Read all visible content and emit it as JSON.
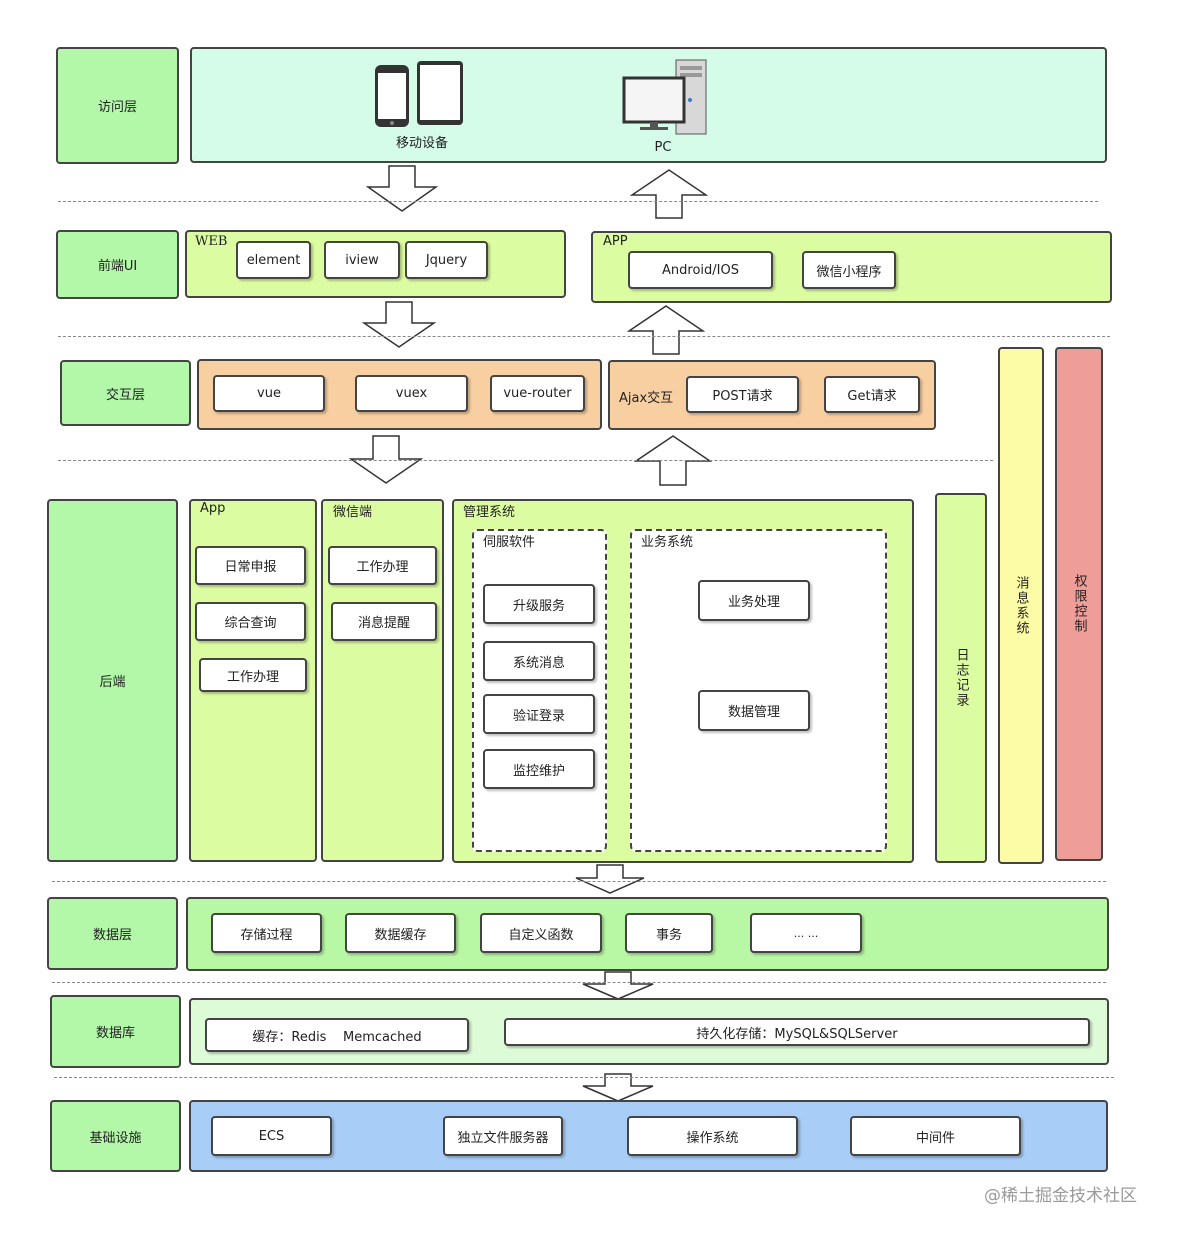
{
  "layers": {
    "access": "访问层",
    "frontend": "前端UI",
    "interaction": "交互层",
    "backend": "后端",
    "data": "数据层",
    "database": "数据库",
    "infra": "基础设施"
  },
  "access": {
    "mobile": "移动设备",
    "pc": "PC"
  },
  "frontend": {
    "web_title": "WEB",
    "web_items": [
      "element",
      "iview",
      "Jquery"
    ],
    "app_title": "APP",
    "app_items": [
      "Android/IOS",
      "微信小程序"
    ]
  },
  "interaction": {
    "left_items": [
      "vue",
      "vuex",
      "vue-router"
    ],
    "ajax_label": "Ajax交互",
    "right_items": [
      "POST请求",
      "Get请求"
    ]
  },
  "backend": {
    "app_title": "App",
    "app_items": [
      "日常申报",
      "综合查询",
      "工作办理"
    ],
    "wechat_title": "微信端",
    "wechat_items": [
      "工作办理",
      "消息提醒"
    ],
    "mgmt_title": "管理系统",
    "servo_title": "伺服软件",
    "servo_items": [
      "升级服务",
      "系统消息",
      "验证登录",
      "监控维护"
    ],
    "biz_title": "业务系统",
    "biz_items": [
      "业务处理",
      "数据管理"
    ],
    "log": "日志记录"
  },
  "side": {
    "message": "消息系统",
    "permission": "权限控制"
  },
  "datalayer": {
    "items": [
      "存储过程",
      "数据缓存",
      "自定义函数",
      "事务",
      "... ..."
    ]
  },
  "database": {
    "cache": "缓存：Redis    Memcached",
    "persist": "持久化存储：MySQL&SQLServer"
  },
  "infra": {
    "items": [
      "ECS",
      "独立文件服务器",
      "操作系统",
      "中间件"
    ]
  },
  "watermark": "@稀土掘金技术社区",
  "colors": {
    "layer_label": "#b3f7a9",
    "access_bg": "#d5fbe9",
    "frontend_bg": "#dcfca2",
    "interaction_bg": "#f8cfa0",
    "data_bg": "#b8f7a3",
    "database_bg": "#defbd8",
    "infra_bg": "#a8cdf6",
    "message_bg": "#fdfca6",
    "permission_bg": "#ee9d98"
  }
}
